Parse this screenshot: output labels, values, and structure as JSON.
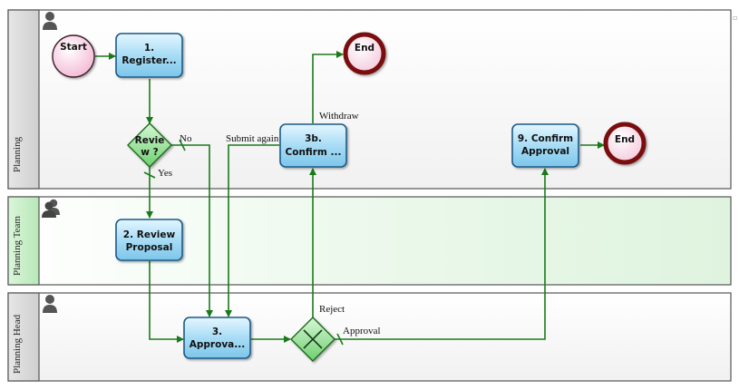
{
  "lanes": [
    {
      "label": "Planning"
    },
    {
      "label": "Planning Team"
    },
    {
      "label": "Planning Head"
    }
  ],
  "events": {
    "start": "Start",
    "end_top": "End",
    "end_right": "End"
  },
  "tasks": {
    "register": [
      "1.",
      "Register..."
    ],
    "review_proposal": [
      "2. Review",
      "Proposal"
    ],
    "approval": [
      "3.",
      "Approva..."
    ],
    "confirm_3b": [
      "3b.",
      "Confirm ..."
    ],
    "confirm_approval": [
      "9. Confirm",
      "Approval"
    ]
  },
  "gateways": {
    "review": [
      "Revie",
      "w ?"
    ]
  },
  "flow_labels": {
    "no": "No",
    "yes": "Yes",
    "submit_again": "Submit again",
    "withdraw": "Withdraw",
    "reject": "Reject",
    "approval": "Approval"
  },
  "colors": {
    "flow": "#1a7a1a",
    "task_fill": "#a8dcf5",
    "task_stroke": "#1c5a87",
    "gateway_fill": "#8ee08e",
    "start_fill": "#f6c6dc",
    "end_stroke": "#7a0b0b"
  }
}
